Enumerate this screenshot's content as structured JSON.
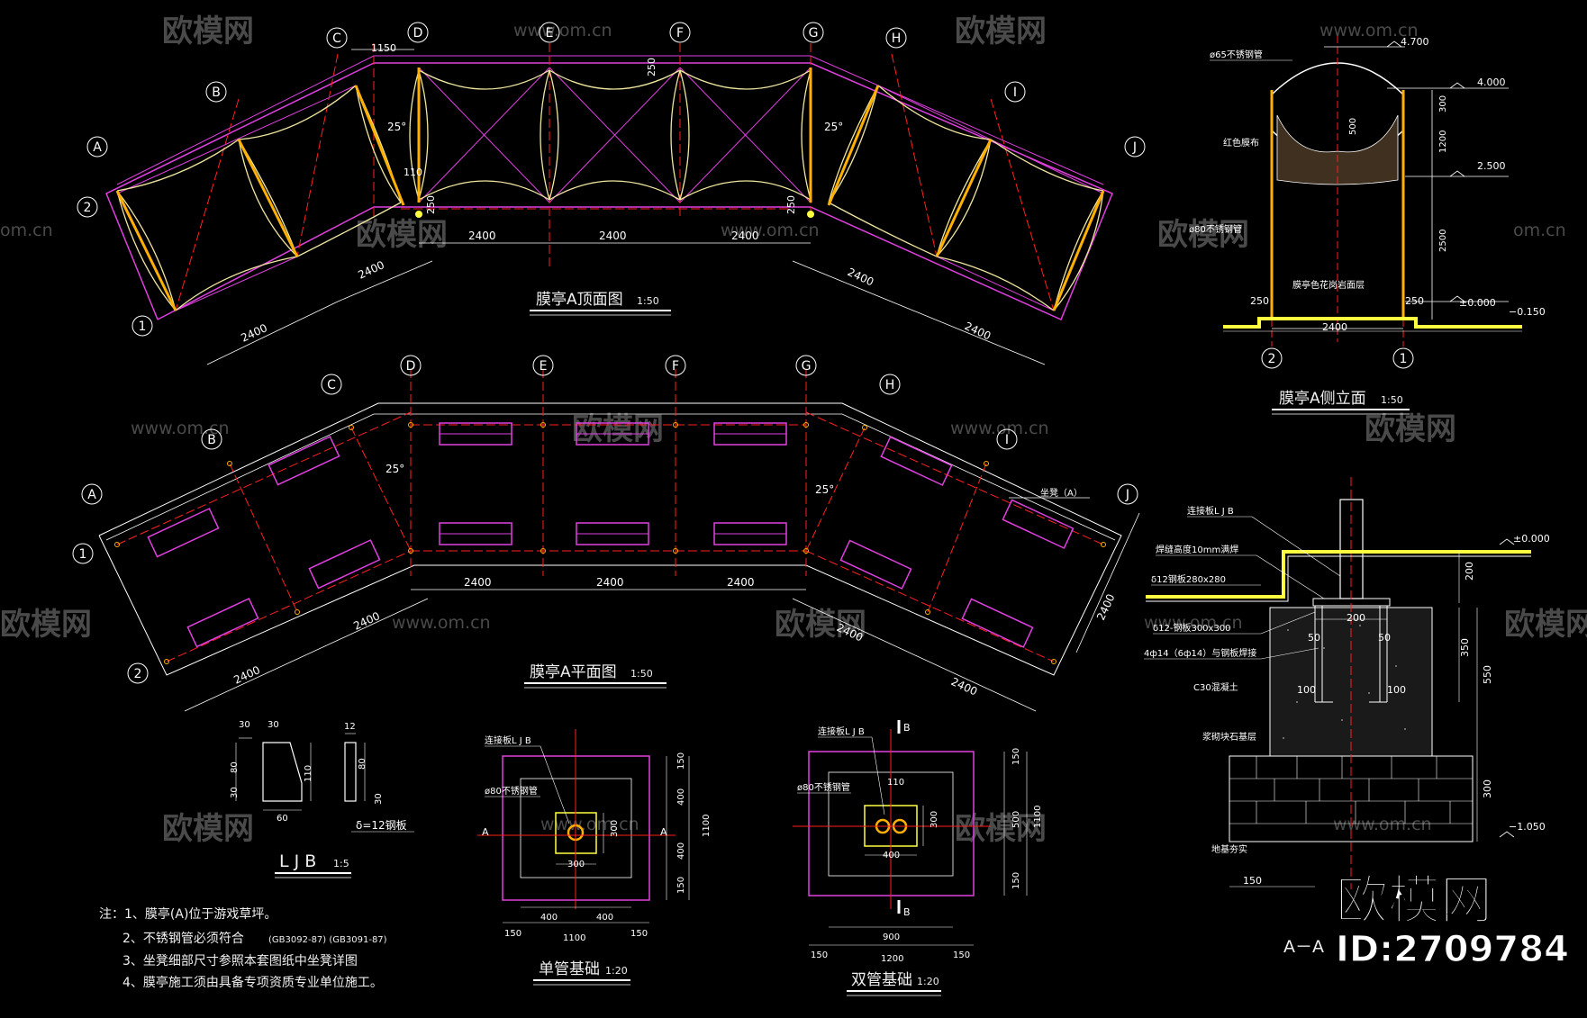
{
  "watermark": {
    "brand": "欧模网",
    "url": "www.om.cn",
    "url_short": "om.cn",
    "brand_partial": "欧模网",
    "big_brand": "欧模网",
    "id_text": "ID:2709784"
  },
  "titles": {
    "roof_plan": "膜亭A顶面图",
    "roof_plan_scale": "1:50",
    "floor_plan": "膜亭A平面图",
    "floor_plan_scale": "1:50",
    "side_elev": "膜亭A侧立面",
    "side_elev_scale": "1:50",
    "ljb": "L J B",
    "ljb_scale": "1:5",
    "single": "单管基础",
    "single_scale": "1:20",
    "double": "双管基础",
    "double_scale": "1:20",
    "section": "A－A"
  },
  "grid": {
    "A": "A",
    "B": "B",
    "C": "C",
    "D": "D",
    "E": "E",
    "F": "F",
    "G": "G",
    "H": "H",
    "I": "I",
    "J": "J",
    "one": "1",
    "two": "2"
  },
  "dims": {
    "d2400": "2400",
    "d1150": "1150",
    "d250": "250",
    "d110": "110",
    "d25deg": "25°",
    "d4700": "4.700",
    "d4000": "4.000",
    "d2500": "2.500",
    "dzero": "±0.000",
    "dm150": "−0.150",
    "d300": "300",
    "d500": "500",
    "d1200": "1200",
    "d2500b": "2500",
    "d30": "30",
    "d80": "80",
    "d12": "12",
    "d60": "60",
    "d150": "150",
    "d400": "400",
    "d1100": "1100",
    "d900": "900",
    "d200": "200",
    "d50": "50",
    "d100": "100",
    "d350": "350",
    "d550": "550",
    "dm1050": "−1.050",
    "d1200b": "1200"
  },
  "labels": {
    "pipe65": "ø65不锈钢管",
    "red_membrane": "红色膜布",
    "pipe80": "ø80不锈钢管",
    "paving": "膜亭色花岗岩面层",
    "seat": "坐凳（A）",
    "plate_delta": "δ=12钢板",
    "ljb_conn": "连接板L J B",
    "pipe80b": "ø80不锈钢管",
    "weld": "焊缝高度10mm满焊",
    "plate280": "δ12钢板280x280",
    "plate300": "δ12-钢板300x300",
    "rebar": "4ф14（6ф14）与钢板焊接",
    "c30": "C30混凝土",
    "rubble": "浆砌块石基层",
    "soil": "地基夯实",
    "b_mark": "B",
    "a_mark": "A"
  },
  "notes": {
    "n1": "注：1、膜亭(A)位于游戏草坪。",
    "n2": "2、不锈钢管必须符合",
    "n2b": "(GB3092-87)    (GB3091-87)",
    "n3": "3、坐凳细部尺寸参照本套图纸中坐凳详图",
    "n4": "4、膜亭施工须由具备专项资质专业单位施工。"
  },
  "colors": {
    "bg": "#000000",
    "red": "#ff2020",
    "magenta": "#e040e0",
    "yellow": "#ffff40",
    "orange": "#ffb000",
    "white": "#ffffff",
    "green": "#40d040",
    "cream": "#f0e6a0"
  }
}
